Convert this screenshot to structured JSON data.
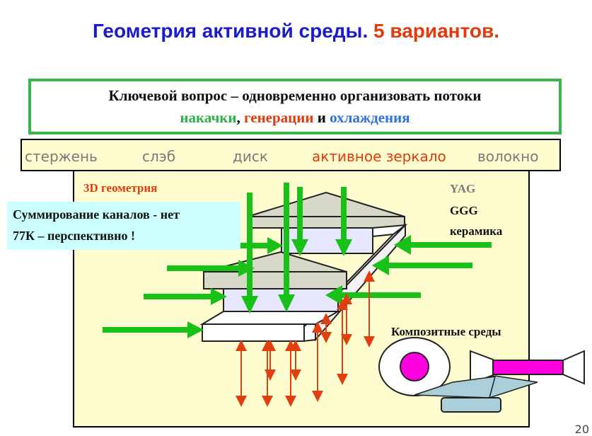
{
  "title": {
    "main": "Геометрия активной среды.",
    "count": "5 вариантов."
  },
  "key_question": {
    "line1": "Ключевой вопрос – одновременно организовать потоки",
    "pump": "накачки",
    "sep1": ", ",
    "gen": "генерации",
    "and": " и ",
    "cool": "охлаждения"
  },
  "geometries": [
    {
      "label": "стержень",
      "active": false
    },
    {
      "label": "слэб",
      "active": false
    },
    {
      "label": "диск",
      "active": false
    },
    {
      "label": "активное зеркало",
      "active": true
    },
    {
      "label": "волокно",
      "active": false
    }
  ],
  "diagram": {
    "label_3d": "3D геометрия",
    "materials": [
      "YAG",
      "GGG",
      "керамика"
    ],
    "callout_line1": "Суммирование каналов - нет",
    "callout_line2": "77К – перспективно !",
    "composite_label": "Композитные среды"
  },
  "colors": {
    "title_blue": "#1a1ad0",
    "accent_red": "#e23a0c",
    "pump_green": "#2fb14a",
    "cool_blue": "#2f6fe0",
    "panel_bg": "#fffdd0",
    "callout_bg": "#ccffff",
    "arrow_green": "#18c018",
    "arrow_red": "#e04010",
    "slab_face": "#e6e6ff",
    "magenta": "#ff00e0"
  },
  "page_number": "20"
}
